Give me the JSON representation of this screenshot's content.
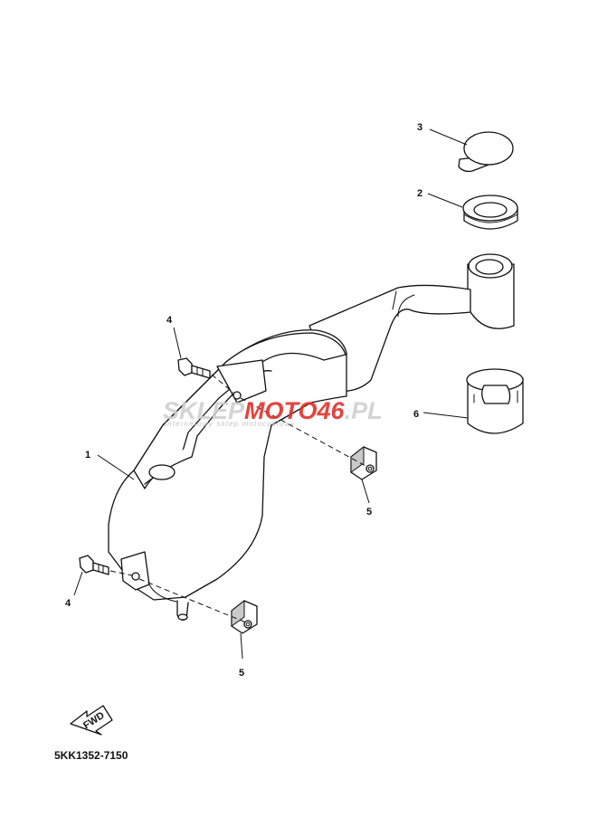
{
  "diagram": {
    "part_code": "5KK1352-7150",
    "callouts": [
      {
        "id": "label-1",
        "text": "1"
      },
      {
        "id": "label-2",
        "text": "2"
      },
      {
        "id": "label-3",
        "text": "3"
      },
      {
        "id": "label-4a",
        "text": "4"
      },
      {
        "id": "label-4b",
        "text": "4"
      },
      {
        "id": "label-5a",
        "text": "5"
      },
      {
        "id": "label-5b",
        "text": "5"
      },
      {
        "id": "label-6",
        "text": "6"
      }
    ],
    "fwd_arrow_label": "FWD"
  },
  "watermark": {
    "brand_part1": "SKLEP",
    "brand_part2": "MOTO",
    "brand_part3": "46",
    "brand_part4": ".PL",
    "tagline": "internetowy sklep motocyklowy",
    "colors": {
      "gray": "#d0d0d0",
      "red": "#e0312b"
    }
  }
}
